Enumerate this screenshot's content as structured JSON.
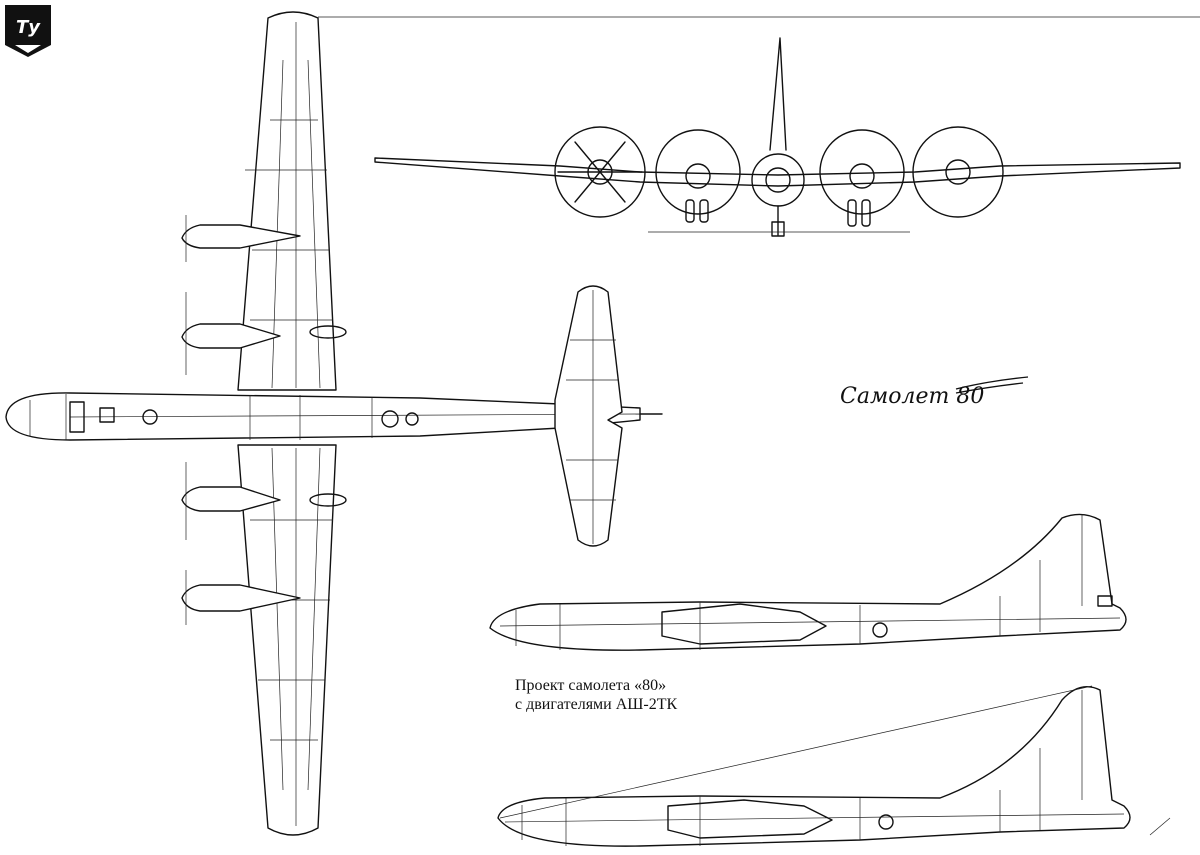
{
  "logo": {
    "icon": "tupolev-logo-icon",
    "text": "Ту",
    "colors": {
      "ink": "#111111",
      "paper": "#ffffff"
    }
  },
  "signature": {
    "icon": "samolet-80-signature-icon",
    "text": "Самолет 80"
  },
  "caption": {
    "line1": "Проект самолета «80»",
    "line2": "с двигателями АШ-2ТК"
  },
  "views": [
    {
      "id": "plan-view",
      "icon": "aircraft-plan-view-icon"
    },
    {
      "id": "front-view",
      "icon": "aircraft-front-view-icon"
    },
    {
      "id": "tailplane-view",
      "icon": "tailplane-top-view-icon"
    },
    {
      "id": "side-view-upper",
      "icon": "aircraft-side-view-icon"
    },
    {
      "id": "side-view-lower",
      "icon": "aircraft-side-view-icon"
    }
  ]
}
